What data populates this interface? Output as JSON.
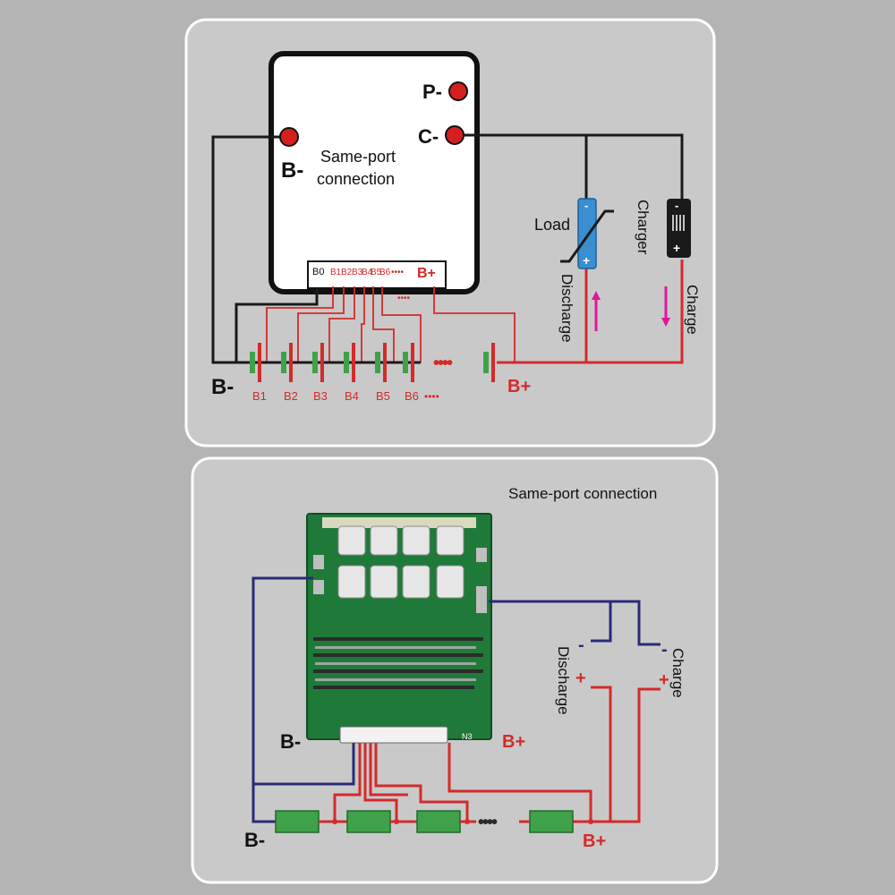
{
  "top": {
    "module_note_line1": "Same-port",
    "module_note_line2": "connection",
    "terminals": {
      "p_minus": "P-",
      "c_minus": "C-",
      "b_minus": "B-"
    },
    "strip": {
      "b0": "B0",
      "b1": "B1",
      "b2": "B2",
      "b3": "B3",
      "b4": "B4",
      "b5": "B5",
      "b6": "B6",
      "dots": "••••",
      "bplus": "B+"
    },
    "cells": [
      "B1",
      "B2",
      "B3",
      "B4",
      "B5",
      "B6"
    ],
    "cell_more": "••••",
    "neg_label": "B-",
    "pos_label": "B+",
    "load": "Load",
    "charger": "Charger",
    "discharge": "Discharge",
    "charge": "Charge",
    "plus": "+"
  },
  "bottom": {
    "title": "Same-port connection",
    "board_code": "N3",
    "board_bminus": "B-",
    "board_bplus": "B+",
    "pack_bminus": "B-",
    "pack_bplus": "B+",
    "discharge": "Discharge",
    "charge": "Charge",
    "minus": "-",
    "plus": "+"
  },
  "colors": {
    "wire_black": "#1a1a1a",
    "wire_red": "#d42a2a",
    "wire_navy": "#2b2a7a",
    "terminal": "#d51f1f",
    "cell_green": "#3fa24a",
    "arrow_magenta": "#e0169a",
    "pcb_green": "#1f7a3a"
  }
}
